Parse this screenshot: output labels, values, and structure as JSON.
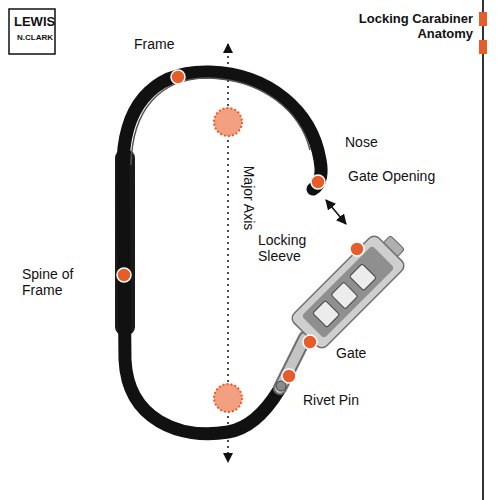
{
  "diagram": {
    "title": "Locking Carabiner Anatomy",
    "labels": [
      "LEWIS",
      "N.CLARK",
      "Frame",
      "Nose",
      "Gate Opening",
      "Locking Sleeve",
      "Spine of Frame",
      "Major Axis",
      "Gate",
      "Rivet Pin"
    ]
  }
}
